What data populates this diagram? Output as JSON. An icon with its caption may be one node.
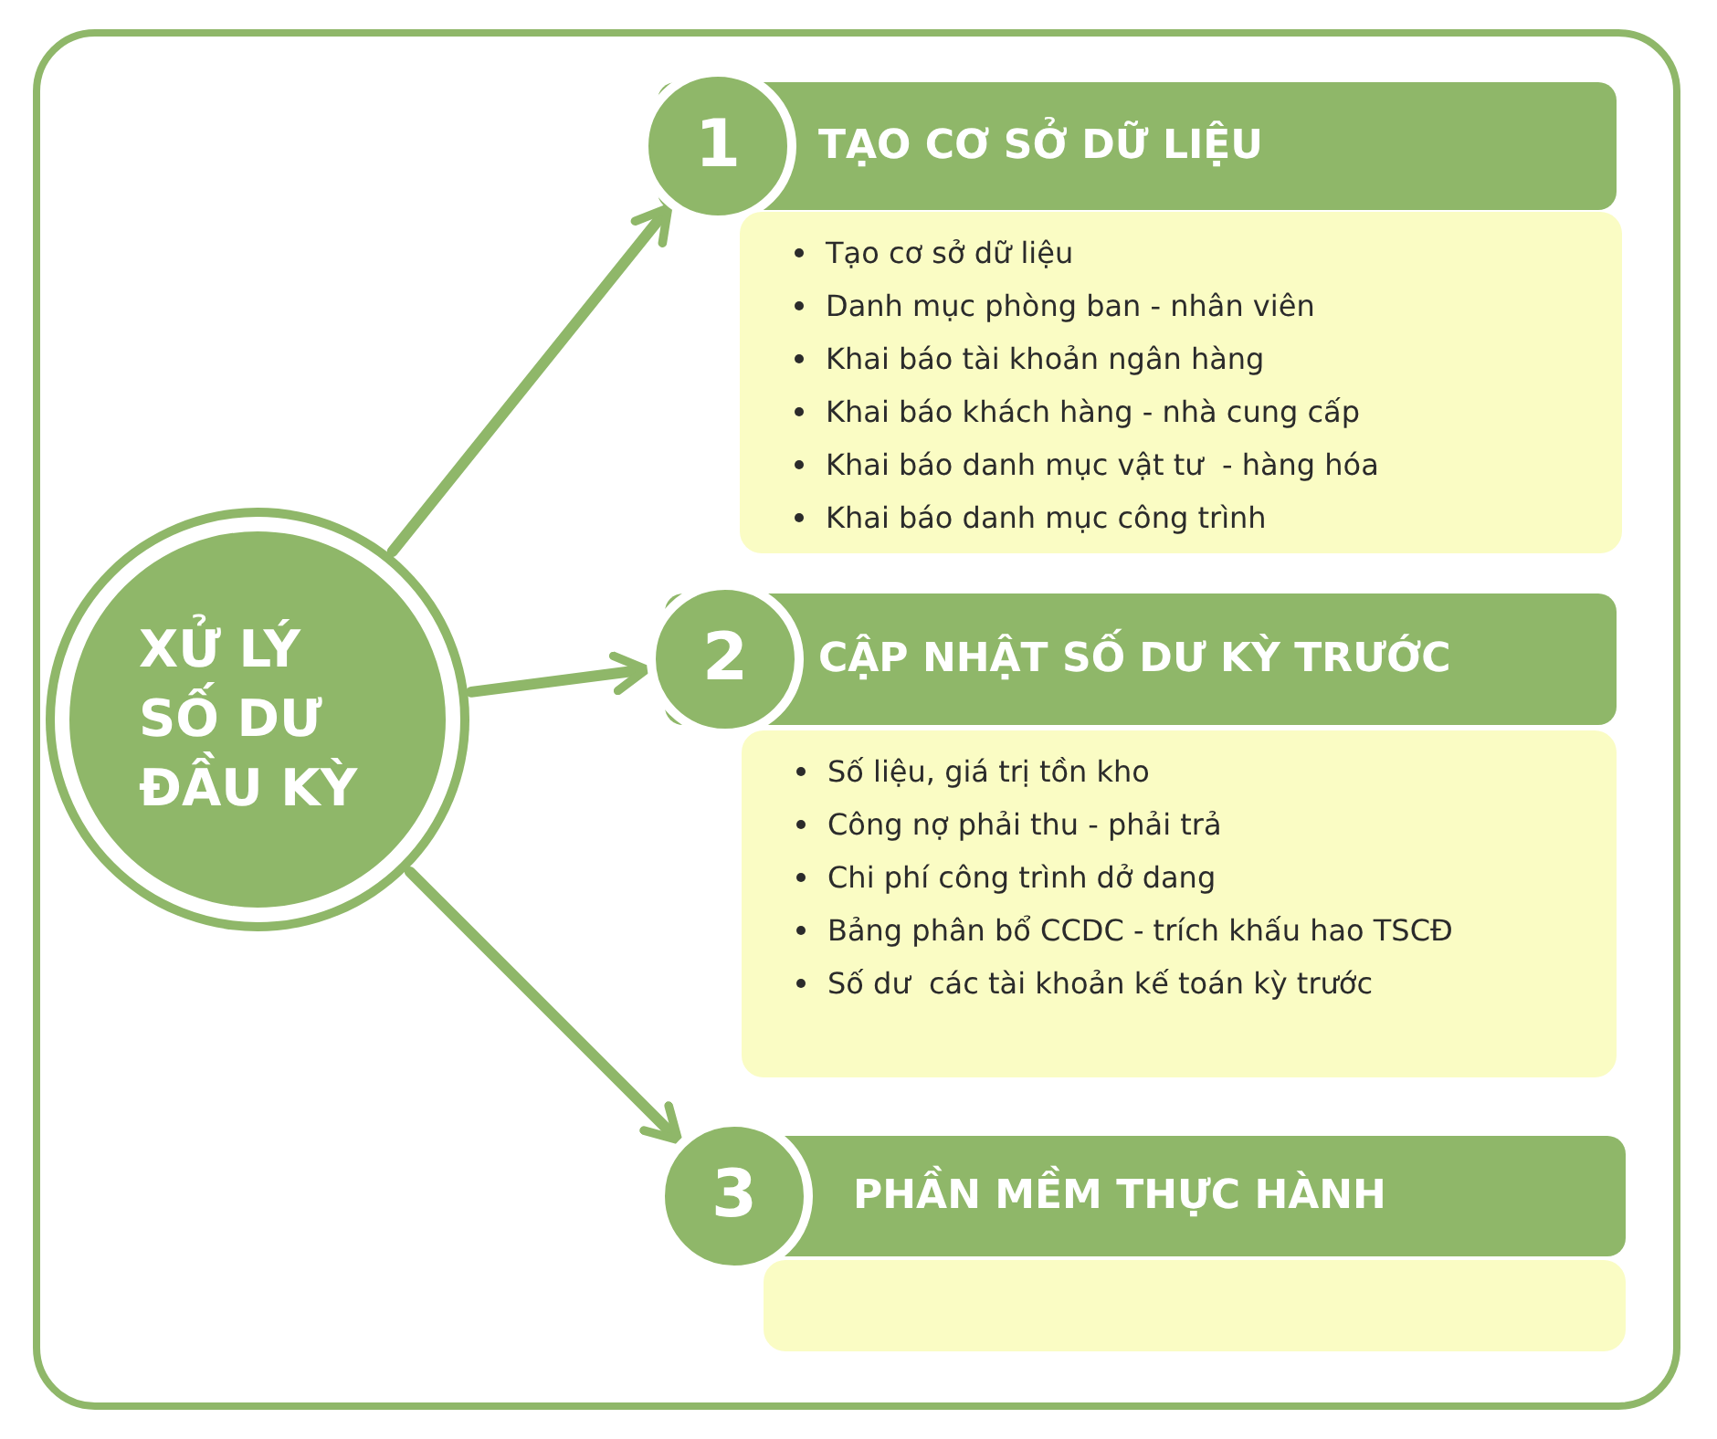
{
  "diagram": {
    "nodes": [
      {
        "text": [
          "XỬ LÝ SỐ DƯ ĐẦU KỲ"
        ]
      },
      {
        "text": [
          "1",
          "TẠO CƠ SỞ DỮ LIỆU"
        ]
      },
      {
        "text": [
          "Tạo cơ sở dữ liệu",
          "Danh mục phòng ban - nhân viên",
          "Khai báo tài khoản ngân hàng",
          "Khai báo khách hàng - nhà cung cấp",
          "Khai báo danh mục vật tư  - hàng hóa",
          "Khai báo danh mục công trình"
        ]
      },
      {
        "text": [
          "2",
          "CẬP NHẬT SỐ DƯ KỲ TRƯỚC"
        ]
      },
      {
        "text": [
          "Số liệu, giá trị tồn kho",
          "Công nợ phải thu - phải trả",
          "Chi phí công trình dở dang",
          "Bảng phân bổ CCDC - trích khấu hao TSCĐ",
          "Số dư  các tài khoản kế toán kỳ trước"
        ]
      },
      {
        "text": [
          "3",
          "PHẦN MỀM THỰC HÀNH"
        ]
      },
      {
        "text": [],
        "shape": "box"
      }
    ],
    "edges": [
      {
        "from": 0,
        "to": 1,
        "arrow": "to"
      },
      {
        "from": 0,
        "to": 3,
        "arrow": "to"
      },
      {
        "from": 0,
        "to": 5,
        "arrow": "to"
      }
    ]
  }
}
